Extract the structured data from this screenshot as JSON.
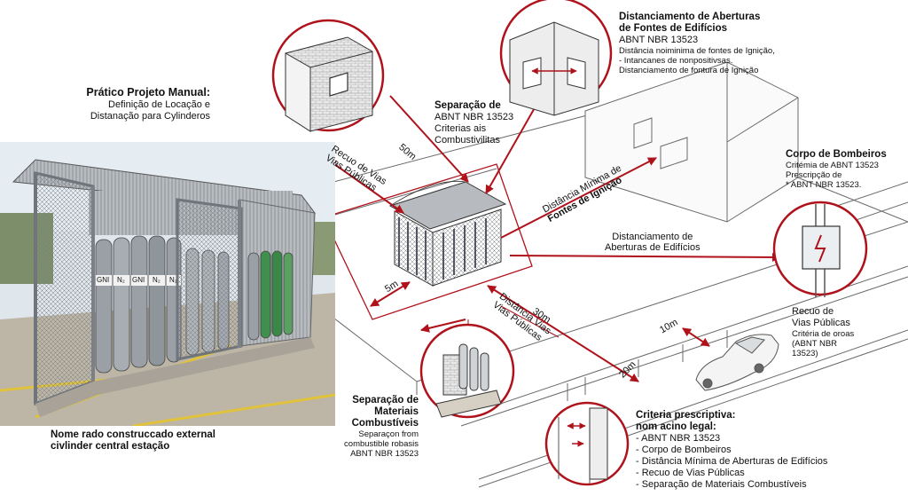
{
  "photo_title": {
    "title": "Prático Projeto Manual:",
    "lines": [
      "Definição de Locação e",
      "Distanação para Cylinderos"
    ]
  },
  "photo_caption": [
    "Nome rado construccado external",
    "civlinder central estação"
  ],
  "cylinder_labels": [
    "GNI",
    "N₂",
    "GNI",
    "N₂",
    "N₂"
  ],
  "separacao_combustiveis_top": {
    "title": "Separação de",
    "lines": [
      "ABNT NBR 13523",
      "Criterias ais",
      "Combustivilitas"
    ]
  },
  "distanciamento_aberturas": {
    "title_lines": [
      "Distanciamento de Aberturas",
      "de Fontes de Edifícios"
    ],
    "lines": [
      "ABNT NBR 13523",
      "Distância noiminima de fontes de Ignição,",
      "- Intancanes de nonpositivsas.",
      "Distanciamento de fontura de Ignição"
    ]
  },
  "corpo_bombeiros": {
    "title": "Corpo de Bombeiros",
    "lines": [
      "Critémia de ABNT 13523",
      "Prescripção de",
      "* ABNT NBR 13523."
    ]
  },
  "recuo_vias_right": {
    "lines": [
      "Recuo de",
      "Vias Públicas"
    ],
    "sub": [
      "Critéria de oroas",
      "(ABNT NBR",
      "13523)"
    ]
  },
  "separacao_materiais": {
    "title_lines": [
      "Separação de",
      "Materiais",
      "Combustíveis"
    ],
    "lines": [
      "Separaçon from",
      "combustible robasis",
      "ABNT NBR 13523"
    ]
  },
  "criteria_list": {
    "title_lines": [
      "Criteria prescriptiva:",
      "nom acino legal:"
    ],
    "items": [
      "- ABNT NBR 13523",
      "- Corpo de Bombeiros",
      "- Distância Mínima de Aberturas de Edifícios",
      "- Recuo de Vias Públicas",
      "- Separação de Materiais Combustíveis"
    ]
  },
  "distances": {
    "d50": "50m",
    "d5": "5m",
    "d30": "30m",
    "d10": "10m",
    "d20": "20m",
    "recuo_diag": [
      "Recuo de Vias",
      "Vias Públicas"
    ],
    "fontes_diag": [
      "Distância Mínima de",
      "Fontes de Ignição"
    ],
    "aberturas_line": [
      "Distanciamento de",
      "Aberturas de Edifícios"
    ],
    "vias_diag": [
      "Distância Vias",
      "Vias Públicas"
    ]
  },
  "colors": {
    "accent": "#b0121b",
    "line": "#555555",
    "steel": "#9aa0a6",
    "ground": "#c9c2b6"
  }
}
